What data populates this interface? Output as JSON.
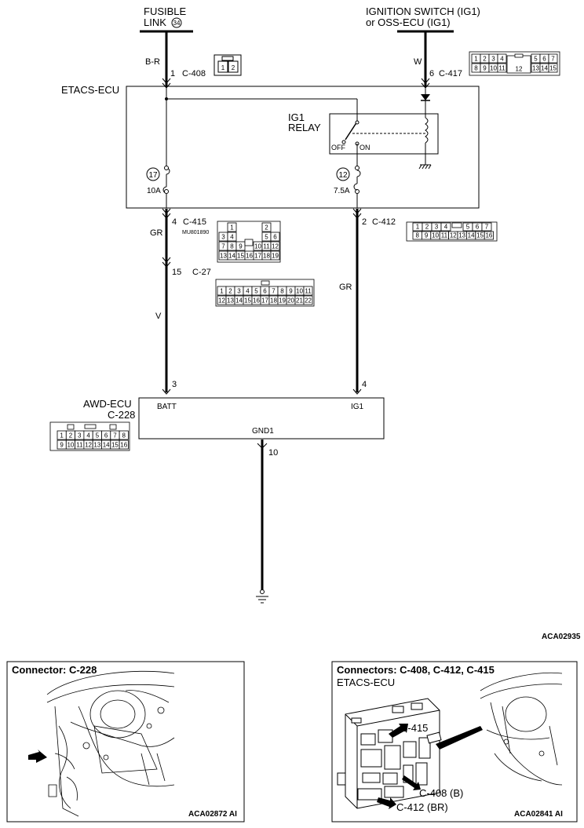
{
  "labels": {
    "fusible_link": "FUSIBLE",
    "fusible_link2": "LINK",
    "fusible_link_no": "34",
    "ignition_switch": "IGNITION SWITCH (IG1)",
    "ignition_switch2": "or OSS-ECU (IG1)",
    "wire_br": "B-R",
    "wire_w": "W",
    "wire_gr_left": "GR",
    "wire_gr_right": "GR",
    "wire_v": "V",
    "pin_c408": "1",
    "conn_c408": "C-408",
    "pin_c417": "6",
    "conn_c417": "C-417",
    "etacs": "ETACS-ECU",
    "ig1_relay": "IG1",
    "ig1_relay2": "RELAY",
    "relay_off": "OFF",
    "relay_on": "ON",
    "fuse17_no": "17",
    "fuse17_amp": "10A",
    "fuse12_no": "12",
    "fuse12_amp": "7.5A",
    "pin_c415": "4",
    "conn_c415": "C-415",
    "c415_part": "MU801890",
    "pin_c412": "2",
    "conn_c412": "C-412",
    "pin_c27": "15",
    "conn_c27": "C-27",
    "awd_ecu": "AWD-ECU",
    "awd_conn": "C-228",
    "pin_batt": "3",
    "pin_ig1": "4",
    "term_batt": "BATT",
    "term_ig1": "IG1",
    "term_gnd": "GND1",
    "pin_gnd": "10",
    "ref_main": "ACA02935"
  },
  "connectors": {
    "c408_pins": [
      "1",
      "2"
    ],
    "c417_top": [
      "1",
      "2",
      "3",
      "4",
      "5",
      "6",
      "7"
    ],
    "c417_mid": "12",
    "c417_bottom": [
      "8",
      "9",
      "10",
      "11",
      "13",
      "14",
      "15"
    ],
    "c412_top": [
      "1",
      "2",
      "3",
      "4",
      "5",
      "6",
      "7"
    ],
    "c412_bottom": [
      "8",
      "9",
      "10",
      "11",
      "12",
      "13",
      "14",
      "15",
      "16"
    ],
    "c415_r1": [
      "1",
      "2"
    ],
    "c415_r2": [
      "3",
      "4",
      "5",
      "6"
    ],
    "c415_r3": [
      "7",
      "8",
      "9",
      "10",
      "11",
      "12"
    ],
    "c415_r4": [
      "13",
      "14",
      "15",
      "16",
      "17",
      "18",
      "19"
    ],
    "c27_top": [
      "1",
      "2",
      "3",
      "4",
      "5",
      "6",
      "7",
      "8",
      "9",
      "10",
      "11"
    ],
    "c27_bottom": [
      "12",
      "13",
      "14",
      "15",
      "16",
      "17",
      "18",
      "19",
      "20",
      "21",
      "22"
    ],
    "c228_top": [
      "1",
      "2",
      "3",
      "4",
      "5",
      "6",
      "7",
      "8"
    ],
    "c228_bottom": [
      "9",
      "10",
      "11",
      "12",
      "13",
      "14",
      "15",
      "16"
    ]
  },
  "panel_left": {
    "title": "Connector: C-228",
    "ref": "ACA02872 AI"
  },
  "panel_right": {
    "title": "Connectors: C-408, C-412, C-415",
    "subtitle": "ETACS-ECU",
    "callout_c415": "C-415",
    "callout_c408": "C-408 (B)",
    "callout_c412": "C-412 (BR)",
    "ref": "ACA02841 AI"
  }
}
